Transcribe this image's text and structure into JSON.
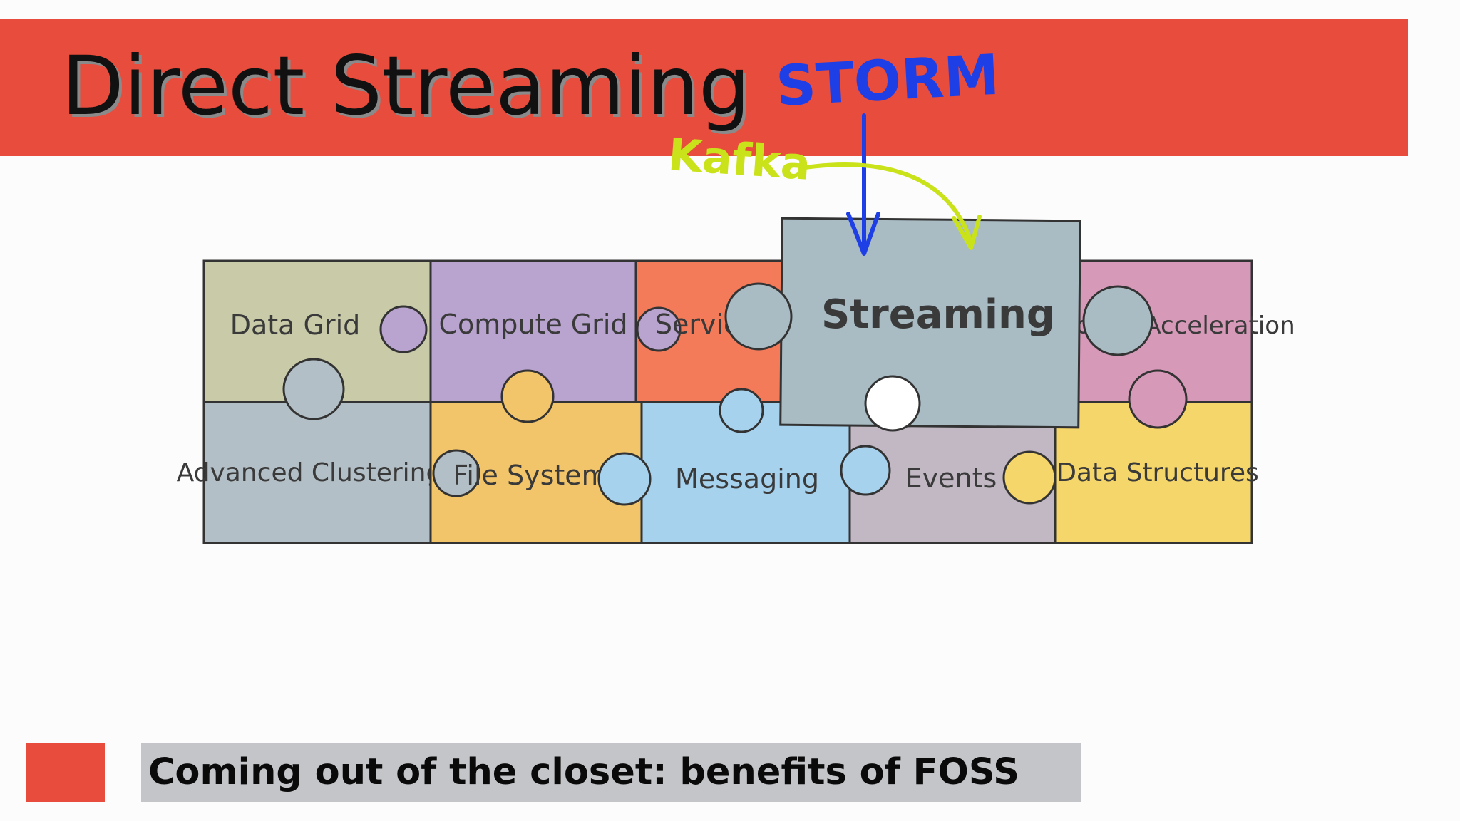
{
  "slide": {
    "title": "Direct Streaming",
    "footer_text": "Coming out of the closet: benefits of FOSS",
    "accent_color": "#e74c3c"
  },
  "annotations": {
    "storm": "STORM",
    "kafka": "Kafka"
  },
  "puzzle": {
    "pieces": [
      {
        "label": "Data Grid",
        "color": "#c9cba8"
      },
      {
        "label": "Compute Grid",
        "color": "#b9a3cf"
      },
      {
        "label": "Service Grid",
        "color": "#f47b5a"
      },
      {
        "label": "Streaming",
        "color": "#a9bcc4"
      },
      {
        "label": "Hadoop Acceleration",
        "color": "#d69ab8"
      },
      {
        "label": "Advanced Clustering",
        "color": "#b3bfc6"
      },
      {
        "label": "File System",
        "color": "#f2c56a"
      },
      {
        "label": "Messaging",
        "color": "#a6d2ee"
      },
      {
        "label": "Events",
        "color": "#c2b8c4"
      },
      {
        "label": "Data Structures",
        "color": "#f5d66a"
      }
    ]
  }
}
